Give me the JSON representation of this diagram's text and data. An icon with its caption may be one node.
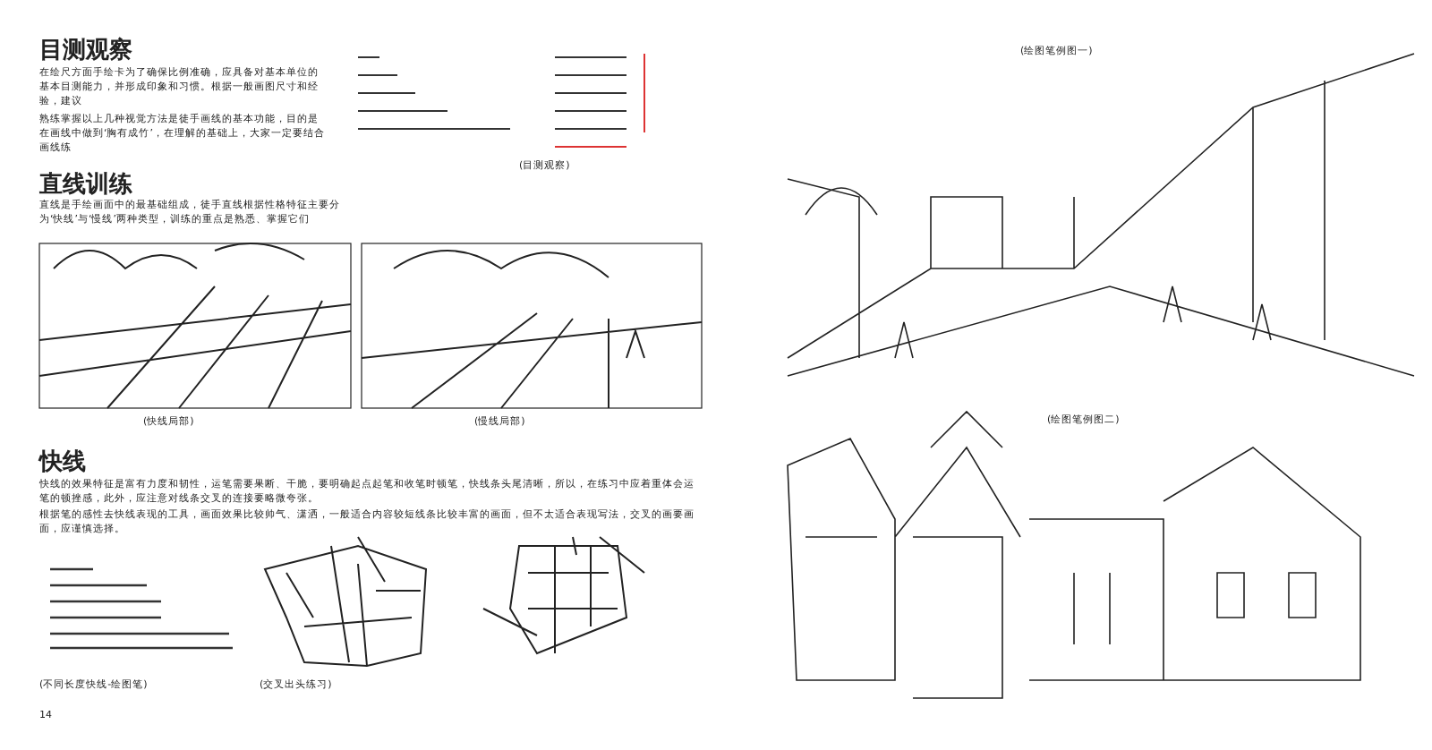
{
  "diagram": {
    "labels": [
      "目测观察",
      "在绘尺方面手绘卡为了确保比例准确，应具备对基本单位的基本目测能力，并形成印象和习惯。根据一般画图尺寸和经验，建议",
      "熟练掌握以上几种视觉方法是徒手画线的基本功能，目的是在画线中做到‘胸有成竹’，在理解的基础上，大家一定要结合画线练",
      "(目测观察)",
      "直线训练",
      "直线是手绘画面中的最基础组成，徒手直线根据性格特征主要分为‘快线’与‘慢线’两种类型，训练的重点是熟悉、掌握它们",
      "(快线局部)",
      "(慢线局部)",
      "快线",
      "快线的效果特征是富有力度和韧性，运笔需要果断、干脆，要明确起点起笔和收笔时顿笔，快线条头尾清晰，所以，在练习中应着重体会运笔的顿挫感，此外，应注意对线条交叉的连接要略微夸张。",
      "根据笔的感性去快线表现的工具，画面效果比较帅气、潇洒，一般适合内容较短线条比较丰富的画面，但不太适合表现写法，交叉的画要画面，应谨慎选择。",
      "(不同长度快线-绘图笔)",
      "(交叉出头练习)",
      "14",
      "(绘图笔例图一)",
      "(绘图笔例图二)"
    ]
  }
}
